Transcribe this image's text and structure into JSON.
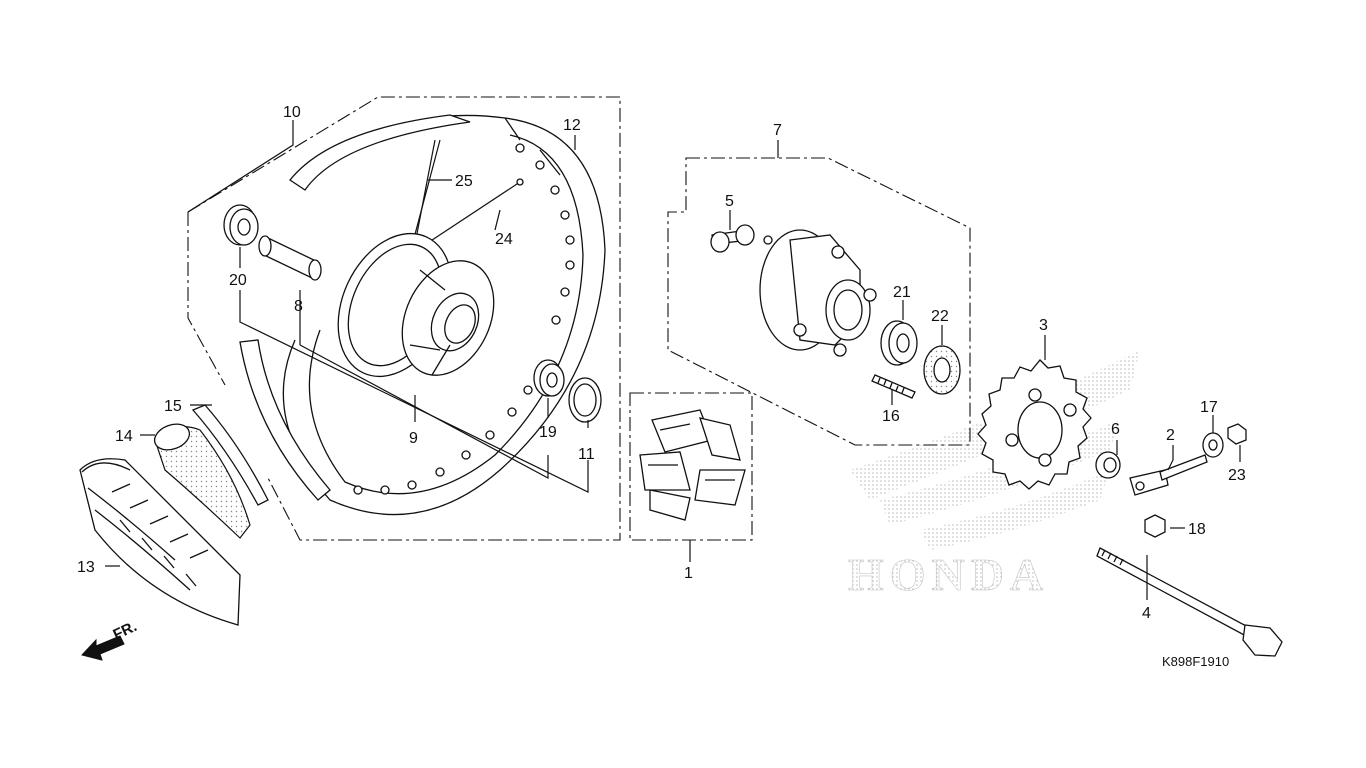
{
  "callouts": {
    "c1": "1",
    "c2": "2",
    "c3": "3",
    "c4": "4",
    "c5": "5",
    "c6": "6",
    "c7": "7",
    "c8": "8",
    "c9": "9",
    "c10": "10",
    "c11": "11",
    "c12": "12",
    "c13": "13",
    "c14": "14",
    "c15": "15",
    "c16": "16",
    "c17": "17",
    "c18": "18",
    "c19": "19",
    "c20": "20",
    "c21": "21",
    "c22": "22",
    "c23": "23",
    "c24": "24",
    "c25": "25"
  },
  "front_arrow_label": "FR.",
  "diagram_code": "K898F1910",
  "watermark_text": "HONDA",
  "colors": {
    "ink": "#111111",
    "watermark": "#cfcfcf",
    "background": "#ffffff"
  }
}
